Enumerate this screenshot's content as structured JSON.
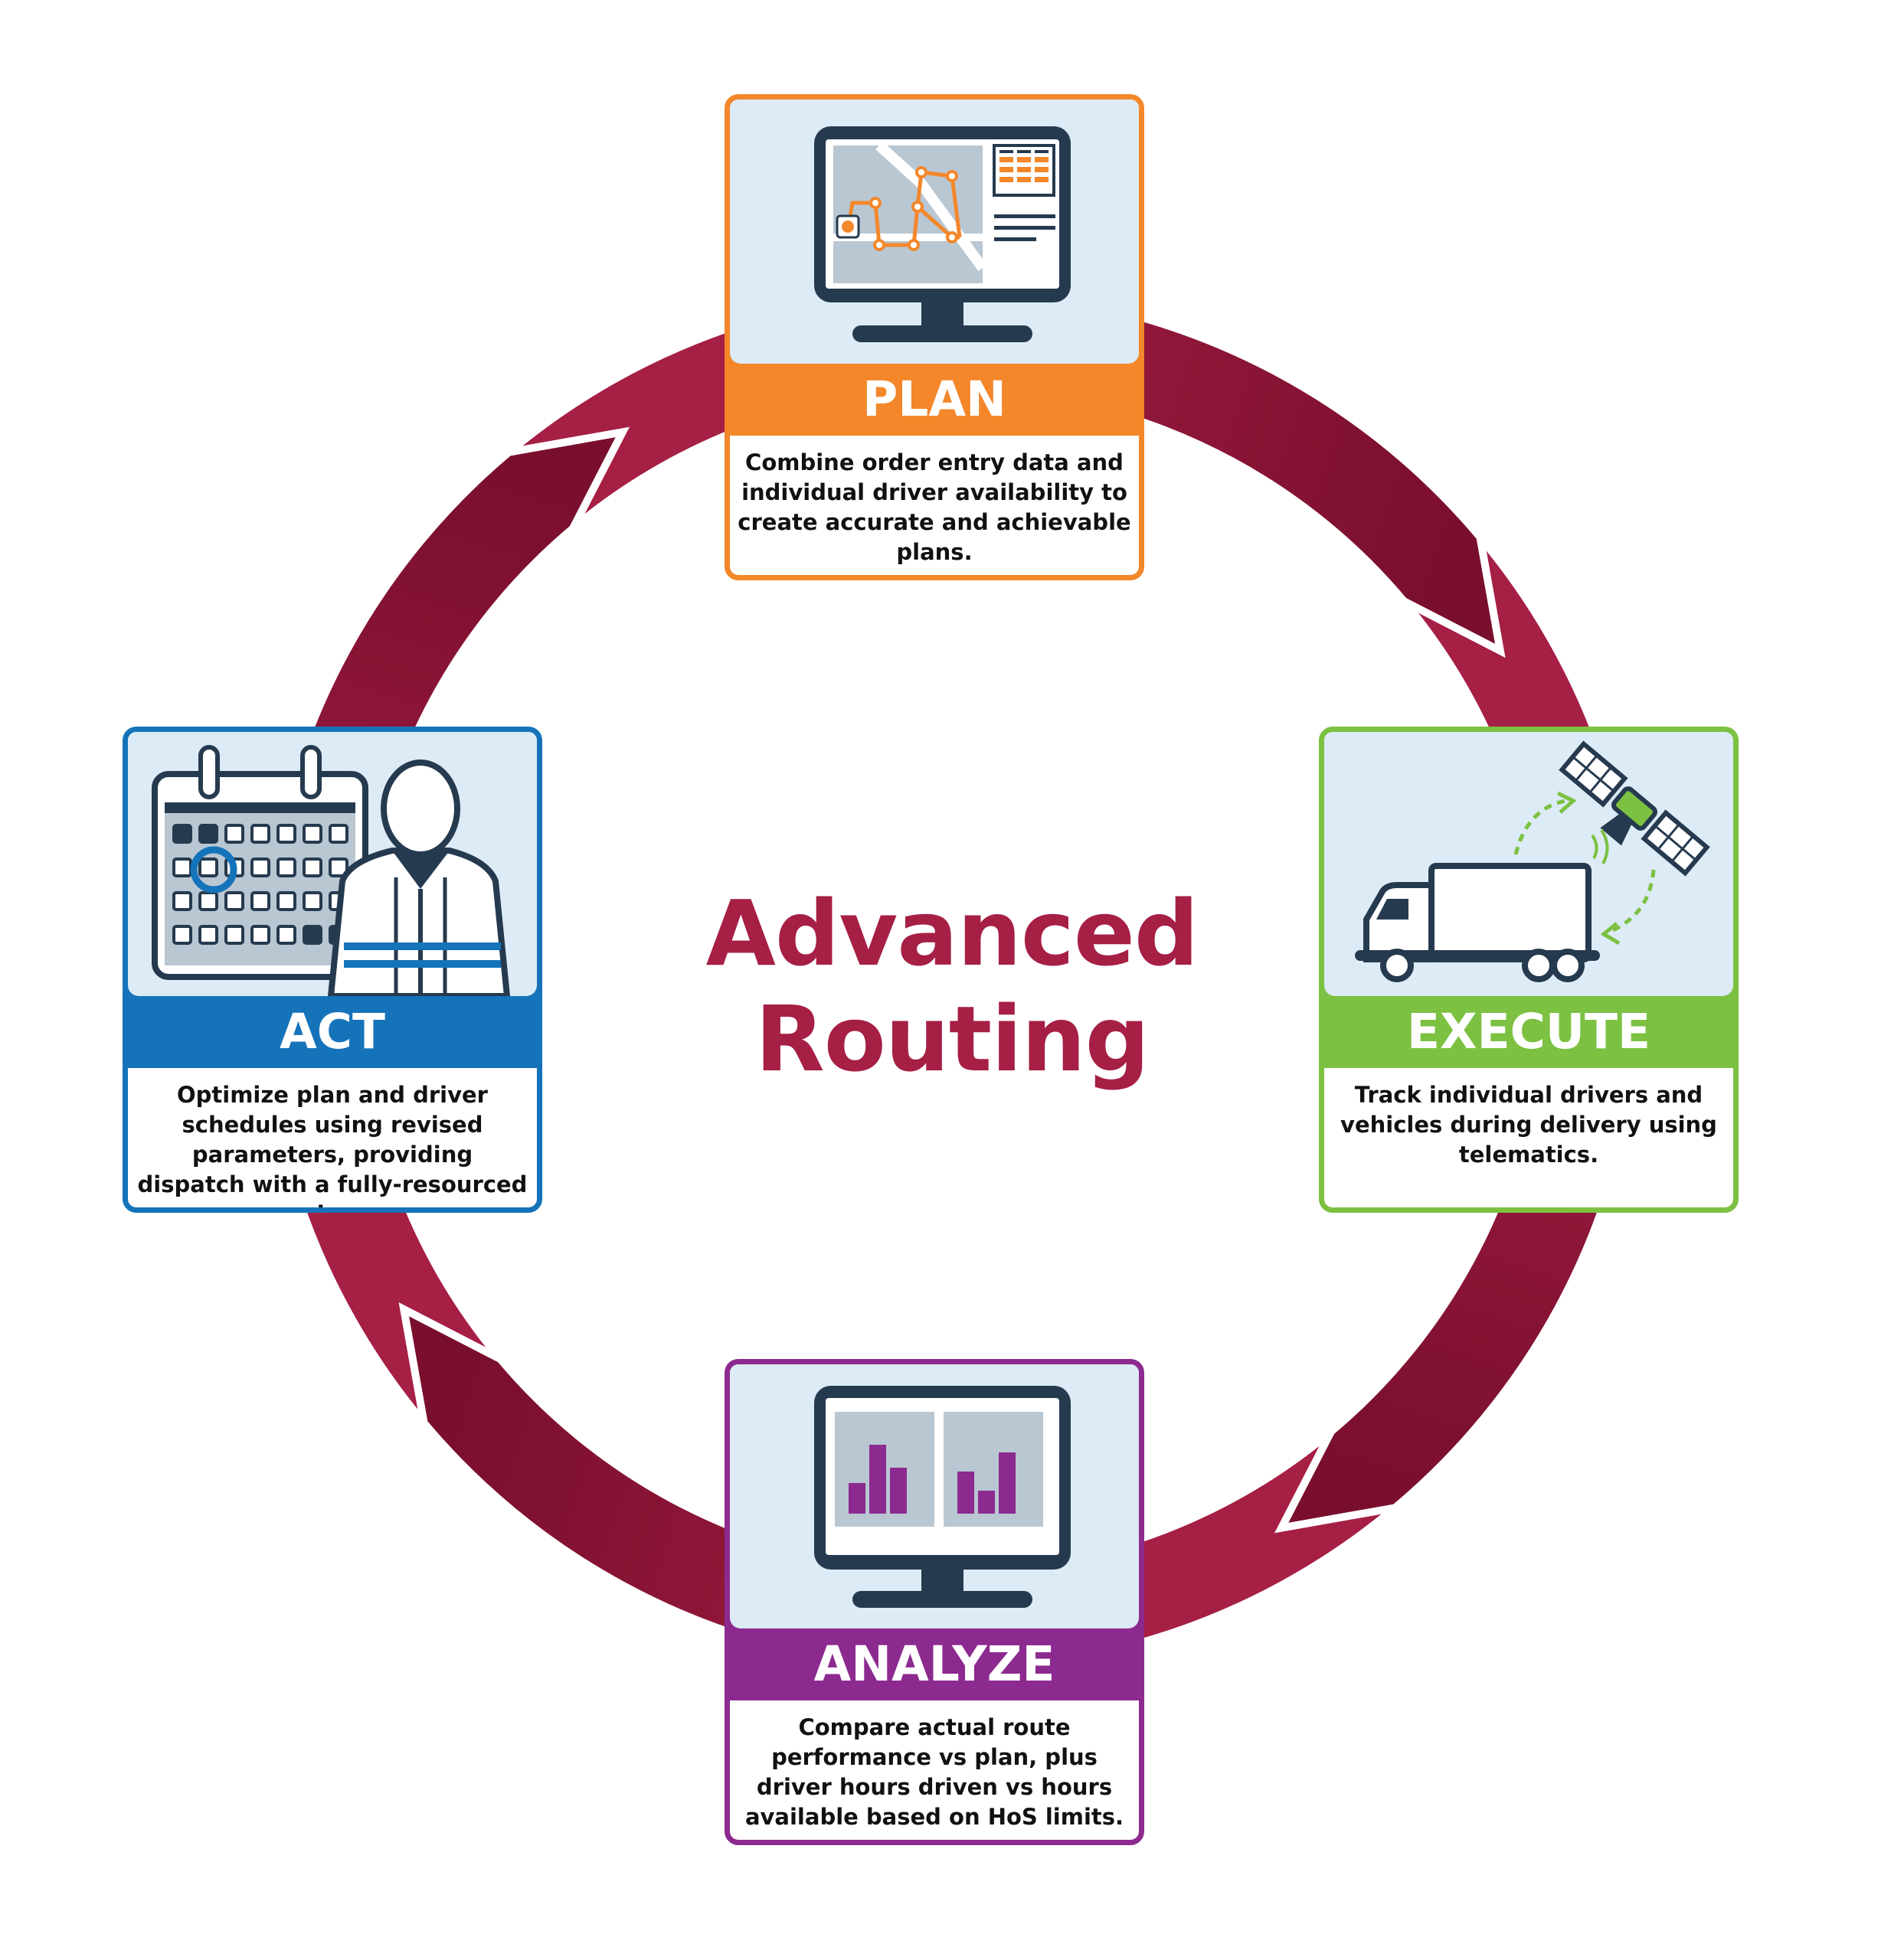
{
  "title": {
    "line1": "Advanced",
    "line2": "Routing"
  },
  "colors": {
    "ring": "#a61f45",
    "ring_dark": "#7a0f2d",
    "plan": "#f3872a",
    "execute": "#7cc142",
    "analyze": "#8c2a8f",
    "act": "#1573ba",
    "icon_bg": "#dcebf5",
    "icon_dark": "#263a4f",
    "title": "#a61f45"
  },
  "cards": {
    "plan": {
      "label": "PLAN",
      "description": "Combine order entry data and individual driver availability to create accurate and achievable plans."
    },
    "execute": {
      "label": "EXECUTE",
      "description": "Track individual drivers and vehicles during delivery using telematics."
    },
    "analyze": {
      "label": "ANALYZE",
      "description": "Compare actual route performance vs plan, plus driver hours driven vs hours available based on HoS limits."
    },
    "act": {
      "label": "ACT",
      "description": "Optimize plan and driver schedules using revised parameters, providing dispatch with a fully-resourced plan."
    }
  },
  "icons": {
    "plan": "monitor-route-map-icon",
    "execute": "truck-satellite-icon",
    "analyze": "monitor-bar-chart-icon",
    "act": "calendar-driver-icon"
  },
  "cycle": [
    "PLAN",
    "EXECUTE",
    "ANALYZE",
    "ACT"
  ]
}
